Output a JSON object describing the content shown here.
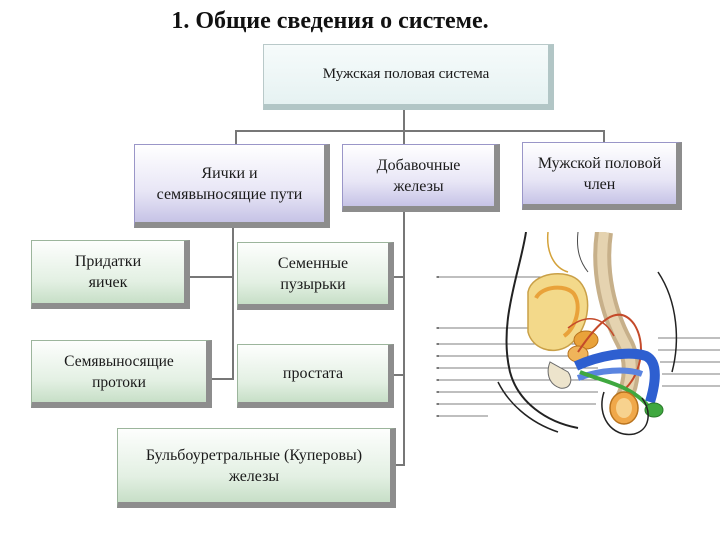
{
  "slide": {
    "title": "1. Общие сведения о системе."
  },
  "diagram": {
    "root": "Мужская половая система",
    "level1": [
      "Яички и семявыносящие пути",
      "Добавочные железы",
      "Мужской половой член"
    ],
    "left_branch": [
      "Придатки яичек",
      "Семявыносящие протоки"
    ],
    "right_branch": [
      "Семенные пузырьки",
      "простата",
      "Бульбоуретральные (Куперовы) железы"
    ]
  },
  "illustration": {
    "subject": "anatomical section of male pelvis",
    "colors": {
      "vessels_blue": "#2e5fd0",
      "tissue_orange": "#e9a23a",
      "tissue_yellow": "#f3d98a",
      "urethra_green": "#3fa83f",
      "muscle_red": "#c44a2a"
    }
  }
}
